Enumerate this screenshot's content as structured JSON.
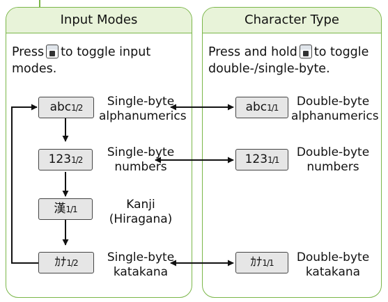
{
  "panels": {
    "left": {
      "title": "Input Modes",
      "instruction_before": "Press",
      "instruction_after": "to toggle input",
      "instruction_line2": "modes.",
      "key_icon": "mode-key-icon"
    },
    "right": {
      "title": "Character Type",
      "instruction_before": "Press and hold",
      "instruction_after": "to toggle",
      "instruction_line2": "double-/single-byte.",
      "key_icon": "mode-key-icon"
    }
  },
  "single_byte_modes": [
    {
      "base": "abc",
      "frac": "1/2",
      "label_lines": [
        "Single-byte",
        "alphanumerics"
      ]
    },
    {
      "base": "123",
      "frac": "1/2",
      "label_lines": [
        "Single-byte",
        "numbers"
      ]
    },
    {
      "base": "漢",
      "frac": "1/1",
      "label_lines": [
        "Kanji",
        "(Hiragana)"
      ]
    },
    {
      "base": "ｶﾅ",
      "frac": "1/2",
      "label_lines": [
        "Single-byte",
        "katakana"
      ]
    }
  ],
  "double_byte_modes": [
    {
      "base": "abc",
      "frac": "1/1",
      "label_lines": [
        "Double-byte",
        "alphanumerics"
      ]
    },
    {
      "base": "123",
      "frac": "1/1",
      "label_lines": [
        "Double-byte",
        "numbers"
      ]
    },
    {
      "base": "ｶﾅ",
      "frac": "1/1",
      "label_lines": [
        "Double-byte",
        "katakana"
      ]
    }
  ],
  "colors": {
    "panel_border": "#7ab648",
    "header_fill": "#e8f3d9",
    "box_fill": "#e6e6e6"
  }
}
